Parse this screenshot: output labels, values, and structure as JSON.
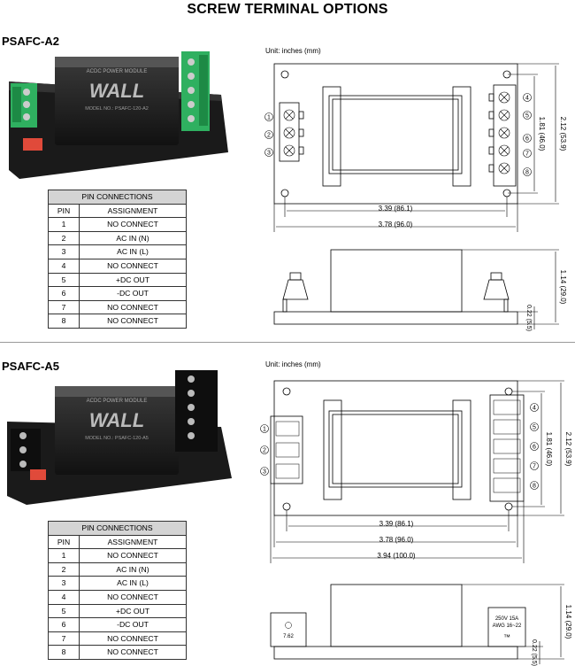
{
  "page_title": "SCREW TERMINAL OPTIONS",
  "sections": [
    {
      "model": "PSAFC-A2",
      "unit_note": "Unit: inches (mm)",
      "photo": {
        "brand": "WALL",
        "label_line1": "ACDC POWER MODULE",
        "label_line2": "MODEL NO.: PSAFC-120-A2"
      },
      "table": {
        "title": "PIN CONNECTIONS",
        "col_pin": "PIN",
        "col_assign": "ASSIGNMENT",
        "rows": [
          {
            "pin": "1",
            "assign": "NO CONNECT"
          },
          {
            "pin": "2",
            "assign": "AC IN (N)"
          },
          {
            "pin": "3",
            "assign": "AC IN (L)"
          },
          {
            "pin": "4",
            "assign": "NO CONNECT"
          },
          {
            "pin": "5",
            "assign": "+DC OUT"
          },
          {
            "pin": "6",
            "assign": "-DC OUT"
          },
          {
            "pin": "7",
            "assign": "NO CONNECT"
          },
          {
            "pin": "8",
            "assign": "NO CONNECT"
          }
        ]
      },
      "dims": {
        "d1": "3.39 (86.1)",
        "d2": "3.78 (96.0)",
        "h_total": "2.12 (53.9)",
        "h_inner": "1.81 (46.0)",
        "side_h": "1.14 (29.0)",
        "side_base": "0.22 (5.5)"
      },
      "pin_labels_left": [
        "1",
        "2",
        "3"
      ],
      "pin_labels_right": [
        "4",
        "5",
        "6",
        "7",
        "8"
      ]
    },
    {
      "model": "PSAFC-A5",
      "unit_note": "Unit: inches (mm)",
      "photo": {
        "brand": "WALL",
        "label_line1": "ACDC POWER MODULE",
        "label_line2": "MODEL NO.: PSAFC-120-A5"
      },
      "table": {
        "title": "PIN CONNECTIONS",
        "col_pin": "PIN",
        "col_assign": "ASSIGNMENT",
        "rows": [
          {
            "pin": "1",
            "assign": "NO CONNECT"
          },
          {
            "pin": "2",
            "assign": "AC IN (N)"
          },
          {
            "pin": "3",
            "assign": "AC IN (L)"
          },
          {
            "pin": "4",
            "assign": "NO CONNECT"
          },
          {
            "pin": "5",
            "assign": "+DC OUT"
          },
          {
            "pin": "6",
            "assign": "-DC OUT"
          },
          {
            "pin": "7",
            "assign": "NO CONNECT"
          },
          {
            "pin": "8",
            "assign": "NO CONNECT"
          }
        ]
      },
      "dims": {
        "d1": "3.39 (86.1)",
        "d2": "3.78 (96.0)",
        "d3": "3.94 (100.0)",
        "h_total": "2.12 (53.9)",
        "h_inner": "1.81 (46.0)",
        "side_h": "1.14 (29.0)",
        "side_base": "0.22 (5.5)"
      },
      "pin_labels_left": [
        "1",
        "2",
        "3"
      ],
      "pin_labels_right": [
        "4",
        "5",
        "6",
        "7",
        "8"
      ],
      "terminal_pitch": "7.62",
      "terminal_rating_1": "250V 15A",
      "terminal_rating_2": "AWG 16~22",
      "ul_mark": "™"
    }
  ]
}
